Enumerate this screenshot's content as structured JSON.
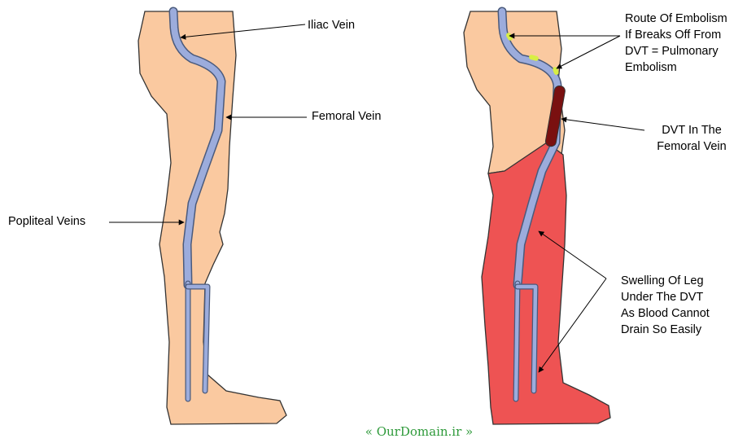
{
  "labels": {
    "iliac_vein": "Iliac Vein",
    "femoral_vein": "Femoral Vein",
    "popliteal_veins": "Popliteal Veins",
    "embolism_route": [
      "Route Of Embolism",
      "If Breaks Off From",
      "DVT = Pulmonary",
      "Embolism"
    ],
    "dvt_location": [
      "DVT In The",
      "Femoral Vein"
    ],
    "swelling": [
      "Swelling Of Leg",
      "Under The DVT",
      "As Blood Cannot",
      "Drain So Easily"
    ]
  },
  "watermark": "« OurDomain.ir »",
  "colors": {
    "skin": "#fac9a0",
    "vein": "#9cacdc",
    "vein_outline": "#4a5a7c",
    "swelling": "#ee5353",
    "clot": "#7a1010",
    "embolus": "#d8ee44",
    "outline": "#333333",
    "watermark": "#2e9a3a"
  }
}
